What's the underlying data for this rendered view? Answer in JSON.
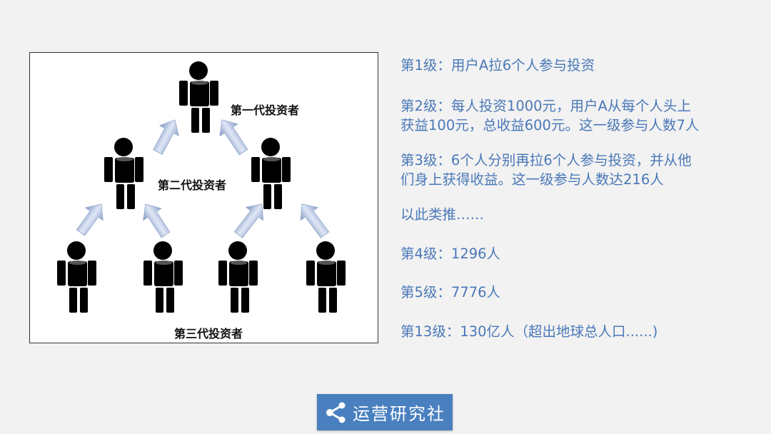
{
  "diagram": {
    "labels": {
      "gen1": "第一代投资者",
      "gen2": "第二代投资者",
      "gen3": "第三代投资者"
    },
    "arrow_color": "#a9bde0",
    "figure_color": "#000000"
  },
  "text": {
    "level1": "第1级：用户A拉6个人参与投资",
    "level2_line1": "第2级：每人投资1000元，用户A从每个人头上",
    "level2_line2": "获益100元，总收益600元。这一级参与人数7人",
    "level3_line1": "第3级：6个人分别再拉6个人参与投资，并从他",
    "level3_line2": "们身上获得收益。这一级参与人数达216人",
    "etc": "以此类推……",
    "level4": "第4级：1296人",
    "level5": "第5级：7776人",
    "level13": "第13级：130亿人（超出地球总人口......)"
  },
  "brand": {
    "name": "运营研究社",
    "icon": "share-icon",
    "color": "#4a80c0"
  },
  "text_color": "#4a78b8"
}
